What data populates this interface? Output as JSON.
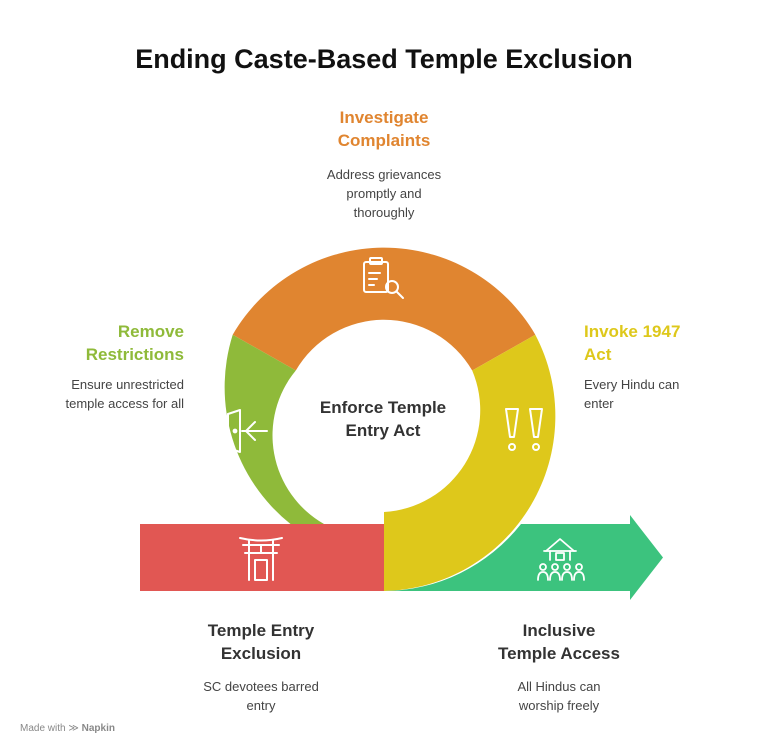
{
  "title": "Ending Caste-Based Temple Exclusion",
  "center": {
    "label_1": "Enforce Temple",
    "label_2": "Entry Act"
  },
  "steps": {
    "investigate": {
      "heading_1": "Investigate",
      "heading_2": "Complaints",
      "desc_1": "Address grievances",
      "desc_2": "promptly and",
      "desc_3": "thoroughly",
      "color": "#E08530",
      "icon": "clipboard-search-icon"
    },
    "remove": {
      "heading_1": "Remove",
      "heading_2": "Restrictions",
      "desc_1": "Ensure unrestricted",
      "desc_2": "temple access for all",
      "color": "#8FBA3A",
      "icon": "door-enter-icon"
    },
    "invoke": {
      "heading_1": "Invoke 1947",
      "heading_2": "Act",
      "desc_1": "Every Hindu can",
      "desc_2": "enter",
      "color": "#DEC81B",
      "icon": "double-exclamation-icon"
    }
  },
  "start": {
    "heading_1": "Temple Entry",
    "heading_2": "Exclusion",
    "desc_1": "SC devotees barred",
    "desc_2": "entry",
    "color": "#E15753",
    "icon": "torii-gate-icon"
  },
  "end": {
    "heading_1": "Inclusive",
    "heading_2": "Temple Access",
    "desc_1": "All Hindus can",
    "desc_2": "worship freely",
    "color": "#3CC37E",
    "icon": "temple-people-icon"
  },
  "footer": {
    "prefix": "Made with",
    "brand": "Napkin"
  }
}
